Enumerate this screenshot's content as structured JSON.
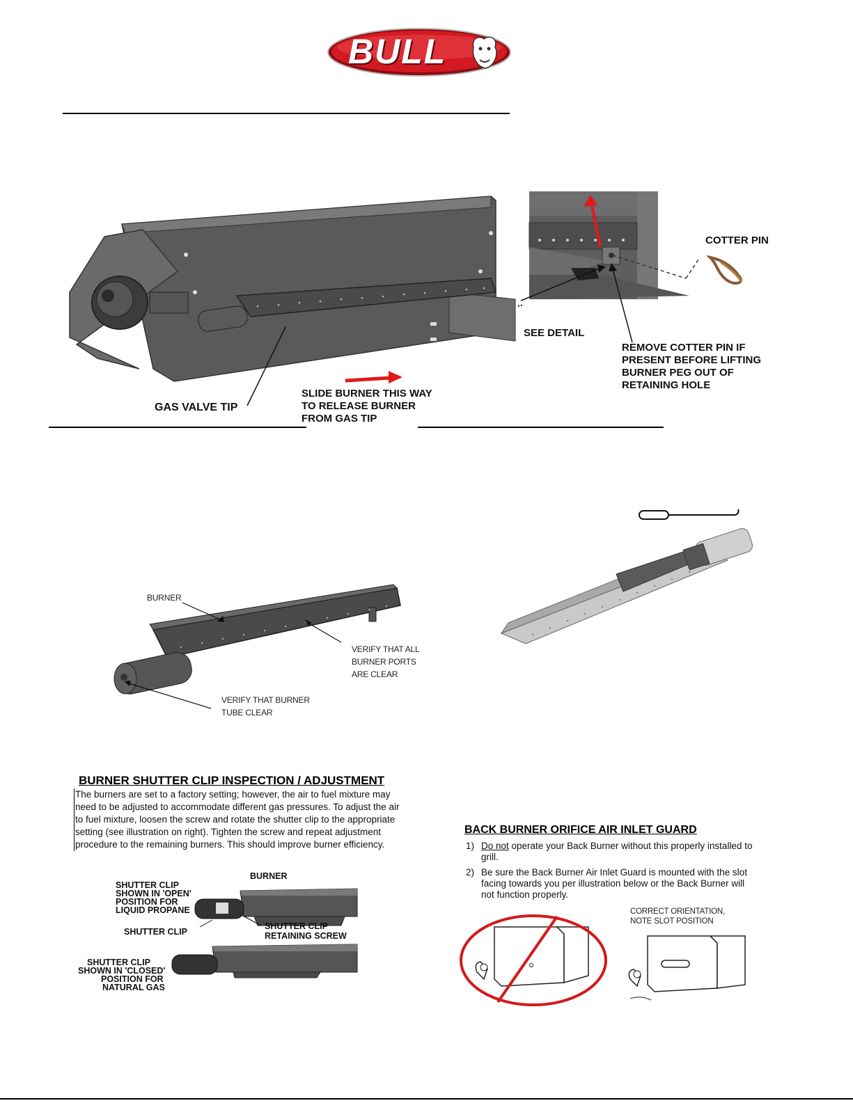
{
  "logo": {
    "text": "BULL"
  },
  "figure1": {
    "cotter_pin": "COTTER PIN",
    "see_detail": "SEE DETAIL",
    "remove_cotter_pin": [
      "REMOVE COTTER PIN IF",
      "PRESENT BEFORE LIFTING",
      "BURNER PEG OUT OF",
      "RETAINING HOLE"
    ],
    "gas_valve_tip": "GAS VALVE TIP",
    "slide_burner": [
      "SLIDE BURNER THIS WAY",
      "TO RELEASE BURNER",
      "FROM GAS TIP"
    ]
  },
  "figure2": {
    "burner": "BURNER",
    "verify_ports": [
      "VERIFY THAT ALL",
      "BURNER PORTS",
      "ARE CLEAR"
    ],
    "verify_tube": [
      "VERIFY THAT BURNER",
      "TUBE CLEAR"
    ]
  },
  "shutter_section": {
    "heading": "BURNER SHUTTER CLIP INSPECTION / ADJUSTMENT",
    "body": "The burners are set to a factory setting; however, the air to fuel mixture may need to be adjusted to accommodate different gas pressures. To adjust the air to fuel mixture, loosen the screw and rotate the shutter clip to the appropriate setting (see illustration on right). Tighten the screw and repeat adjustment procedure to the remaining burners. This should improve burner efficiency.",
    "labels": {
      "burner": "BURNER",
      "open": [
        "SHUTTER CLIP",
        "SHOWN IN 'OPEN'",
        "POSITION FOR",
        "LIQUID PROPANE"
      ],
      "shutter_clip": "SHUTTER CLIP",
      "retaining": [
        "SHUTTER CLIP",
        "RETAINING SCREW"
      ],
      "closed": [
        "SHUTTER CLIP",
        "SHOWN IN 'CLOSED'",
        "POSITION FOR",
        "NATURAL GAS"
      ]
    }
  },
  "back_burner_section": {
    "heading": "BACK BURNER ORIFICE AIR INLET GUARD",
    "items": [
      {
        "num": "1)",
        "prefix": "Do not",
        "text": " operate your Back Burner without this properly installed to grill."
      },
      {
        "num": "2)",
        "prefix": "",
        "text": "Be sure the Back Burner Air Inlet Guard is mounted with the slot facing towards you per illustration below or the Back Burner will not function properly."
      }
    ],
    "correct_orientation": [
      "CORRECT ORIENTATION,",
      "NOTE SLOT POSITION"
    ]
  },
  "colors": {
    "brand_red": "#c8141e",
    "arrow_red": "#e01a1a",
    "metal_dark": "#4a4a4a",
    "metal_mid": "#6b6b6b"
  }
}
